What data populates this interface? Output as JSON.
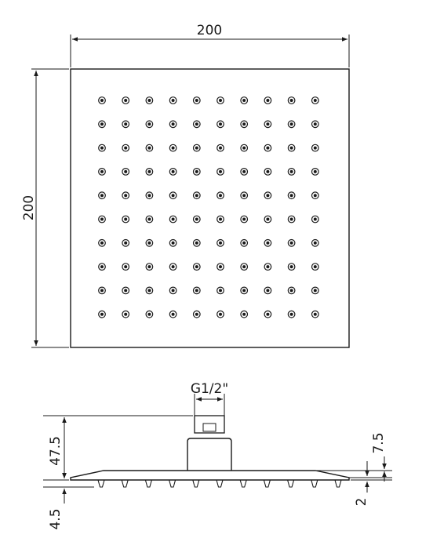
{
  "top_view": {
    "width_label": "200",
    "height_label": "200",
    "nozzle_grid": {
      "rows": 10,
      "cols": 10
    }
  },
  "side_view": {
    "thread_label": "G1/2\"",
    "total_height_label": "47.5",
    "bottom_offset_label": "4.5",
    "plate_height_label": "7.5",
    "plate_edge_label": "2",
    "nozzle_count": 11
  },
  "colors": {
    "line": "#1a1a1a",
    "background": "#ffffff"
  }
}
